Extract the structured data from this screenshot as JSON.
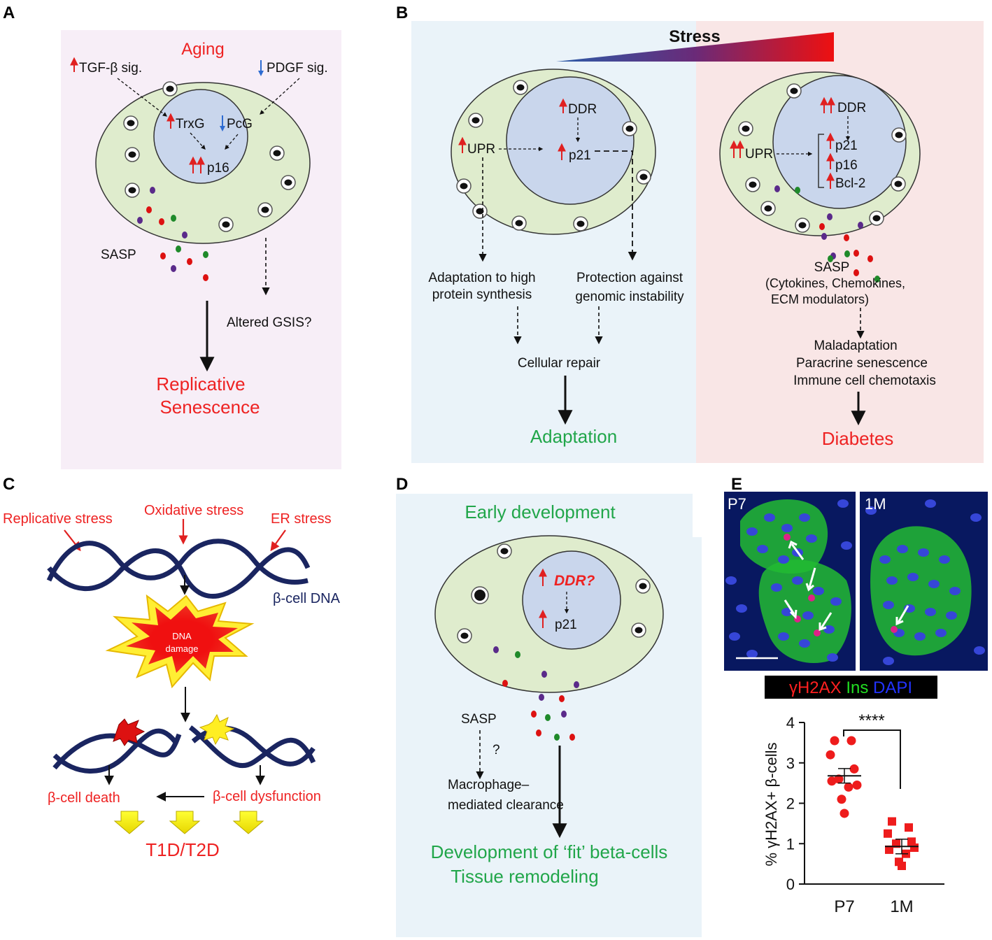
{
  "panel_labels": [
    "A",
    "B",
    "C",
    "D",
    "E"
  ],
  "panelA": {
    "title": "Aging",
    "tgf": "TGF-β sig.",
    "pdgf": "PDGF sig.",
    "trxg": "TrxG",
    "pcg": "PcG",
    "p16": "p16",
    "sasp": "SASP",
    "gsis": "Altered GSIS?",
    "outcome_line1": "Replicative",
    "outcome_line2": "Senescence"
  },
  "panelB": {
    "stress": "Stress",
    "left": {
      "ddr": "DDR",
      "upr": "UPR",
      "p21": "p21",
      "adapt1": "Adaptation to high",
      "adapt2": "protein synthesis",
      "prot1": "Protection against",
      "prot2": "genomic instability",
      "repair": "Cellular repair",
      "outcome": "Adaptation"
    },
    "right": {
      "ddr": "DDR",
      "upr": "UPR",
      "p21": "p21",
      "p16": "p16",
      "bcl2": "Bcl-2",
      "sasp1": "SASP",
      "sasp2": "(Cytokines, Chemokines,",
      "sasp3": "ECM modulators)",
      "mal1": "Maladaptation",
      "mal2": "Paracrine senescence",
      "mal3": "Immune cell chemotaxis",
      "outcome": "Diabetes"
    }
  },
  "panelC": {
    "replicative": "Replicative stress",
    "oxidative": "Oxidative stress",
    "er": "ER stress",
    "dna": "β-cell DNA",
    "damage1": "DNA",
    "damage2": "damage",
    "death": "β-cell death",
    "dysfunction": "β-cell dysfunction",
    "disease": "T1D/T2D"
  },
  "panelD": {
    "title": "Early development",
    "ddr": "DDR?",
    "p21": "p21",
    "sasp": "SASP",
    "q": "?",
    "macro1": "Macrophage–",
    "macro2": "mediated clearance",
    "out1": "Development of ‘fit’ beta-cells",
    "out2": "Tissue remodeling"
  },
  "panelE": {
    "img1": "P7",
    "img2": "1M",
    "legend": [
      {
        "text": "γH2AX",
        "color": "#ff2020"
      },
      {
        "text": " Ins ",
        "color": "#22dd22"
      },
      {
        "text": "DAPI",
        "color": "#2233ff"
      }
    ],
    "sig": "****"
  },
  "chart_data": {
    "type": "scatter",
    "title": "",
    "xlabel": "",
    "ylabel": "% γH2AX+ β-cells",
    "categories": [
      "P7",
      "1M"
    ],
    "ylim": [
      0,
      4
    ],
    "yticks": [
      "0",
      "1",
      "2",
      "3",
      "4"
    ],
    "series": [
      {
        "category": "P7",
        "marker": "circle",
        "color": "#ee1c1c",
        "values": [
          3.55,
          3.55,
          3.2,
          2.85,
          2.6,
          2.45,
          2.55,
          2.4,
          2.1,
          1.75
        ],
        "mean": 2.68
      },
      {
        "category": "1M",
        "marker": "square",
        "color": "#ee1c1c",
        "values": [
          1.55,
          1.4,
          1.25,
          1.05,
          1.0,
          0.9,
          0.85,
          0.75,
          0.55,
          0.45
        ],
        "mean": 0.93
      }
    ],
    "significance": "****"
  }
}
